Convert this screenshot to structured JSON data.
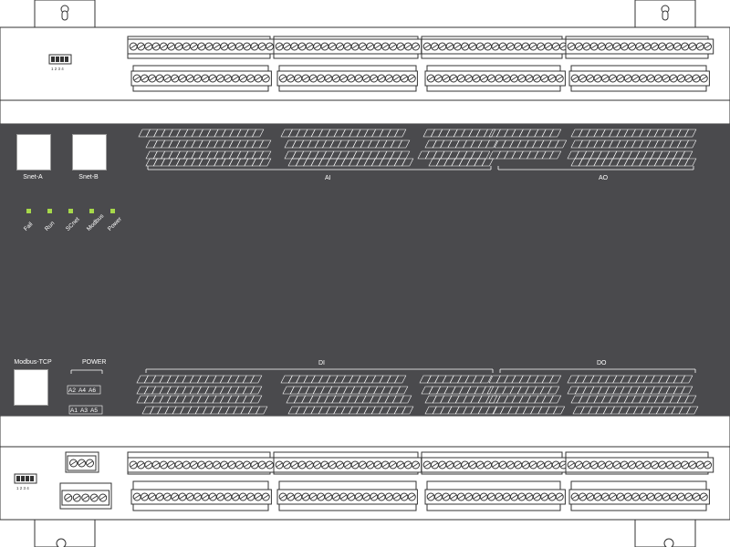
{
  "ports": {
    "snet_a": "Snet-A",
    "snet_b": "Snet-B",
    "modbus_tcp": "Modbus-TCP"
  },
  "leds": [
    "Fail",
    "Run",
    "SCnet",
    "Modbus",
    "Power"
  ],
  "power_label": "POWER",
  "sections": {
    "ai": "AI",
    "ao": "AO",
    "di": "DI",
    "do": "DO"
  },
  "power_terminals": {
    "top": [
      "A2",
      "A4",
      "A6"
    ],
    "bottom": [
      "A1",
      "A3",
      "A5"
    ]
  },
  "dip_top": "1 2 3 4",
  "dip_bottom": "1 2 3 4",
  "colors": {
    "face": "#4a4a4d",
    "led": "#a6d84a",
    "frame": "#333333"
  }
}
